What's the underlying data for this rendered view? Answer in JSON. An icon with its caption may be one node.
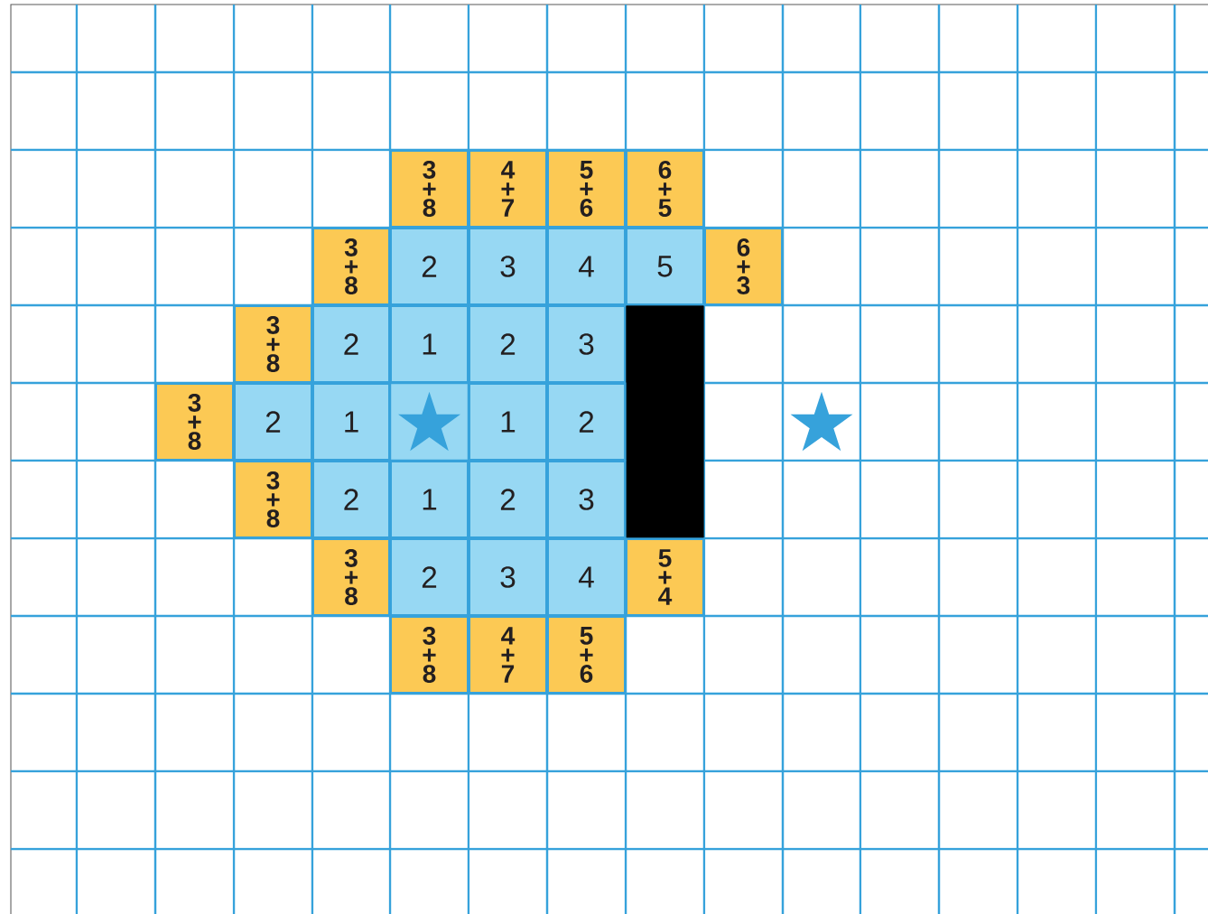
{
  "diagram": {
    "nodes": [
      {
        "text": [
          "3 + 8"
        ]
      },
      {
        "text": [
          "4 + 7"
        ]
      },
      {
        "text": [
          "5 + 6"
        ]
      },
      {
        "text": [
          "6 + 5"
        ]
      },
      {
        "text": [
          "3 + 8"
        ]
      },
      {
        "text": [
          "2"
        ]
      },
      {
        "text": [
          "3"
        ]
      },
      {
        "text": [
          "4"
        ]
      },
      {
        "text": [
          "5"
        ]
      },
      {
        "text": [
          "6 + 3"
        ]
      },
      {
        "text": [
          "3 + 8"
        ]
      },
      {
        "text": [
          "2"
        ]
      },
      {
        "text": [
          "1"
        ]
      },
      {
        "text": [
          "2"
        ]
      },
      {
        "text": [
          "3"
        ]
      },
      {
        "text": [],
        "shape": "box"
      },
      {
        "text": [
          "3 + 8"
        ]
      },
      {
        "text": [
          "2"
        ]
      },
      {
        "text": [
          "1"
        ]
      },
      {
        "text": [],
        "shape": "star"
      },
      {
        "text": [
          "1"
        ]
      },
      {
        "text": [
          "2"
        ]
      },
      {
        "text": [],
        "shape": "star"
      },
      {
        "text": [
          "3 + 8"
        ]
      },
      {
        "text": [
          "2"
        ]
      },
      {
        "text": [
          "1"
        ]
      },
      {
        "text": [
          "2"
        ]
      },
      {
        "text": [
          "3"
        ]
      },
      {
        "text": [
          "3 + 8"
        ]
      },
      {
        "text": [
          "2"
        ]
      },
      {
        "text": [
          "3"
        ]
      },
      {
        "text": [
          "4"
        ]
      },
      {
        "text": [
          "5 + 4"
        ]
      },
      {
        "text": [
          "3 + 8"
        ]
      },
      {
        "text": [
          "4 + 7"
        ]
      },
      {
        "text": [
          "5 + 6"
        ]
      }
    ]
  }
}
